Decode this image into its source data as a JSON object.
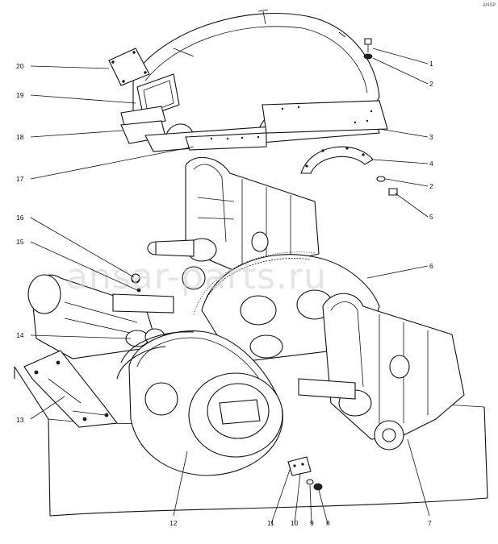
{
  "corner_mark": "ANSP",
  "watermark": "ansar-parts.ru",
  "callouts": {
    "c1": "1",
    "c2a": "2",
    "c3": "3",
    "c4": "4",
    "c2b": "2",
    "c5": "5",
    "c6": "6",
    "c7": "7",
    "c8": "8",
    "c9": "9",
    "c10": "10",
    "c11": "11",
    "c12": "12",
    "c13": "13",
    "c14": "14",
    "c15": "15",
    "c16": "16",
    "c17": "17",
    "c18": "18",
    "c19": "19",
    "c20": "20"
  }
}
